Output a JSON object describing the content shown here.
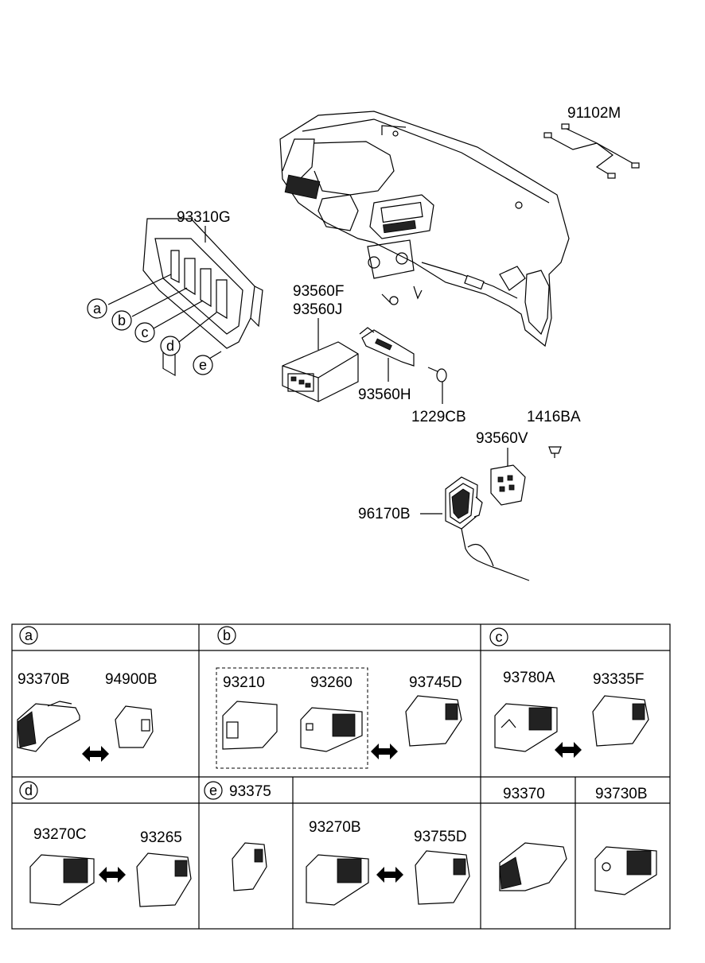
{
  "callouts": {
    "harness": "91102M",
    "bezel": "93310G",
    "module_1": "93560F",
    "module_2": "93560J",
    "bracket": "93560H",
    "screw": "1229CB",
    "clip": "1416BA",
    "mic_holder": "93560V",
    "handset": "96170B"
  },
  "slot_letters": [
    "a",
    "b",
    "c",
    "d",
    "e"
  ],
  "table": {
    "sec_a": {
      "letter": "a",
      "p1": "93370B",
      "p2": "94900B"
    },
    "sec_b": {
      "letter": "b",
      "p1": "93210",
      "p2": "93260",
      "p3": "93745D"
    },
    "sec_c": {
      "letter": "c",
      "p1": "93780A",
      "p2": "93335F"
    },
    "sec_d": {
      "letter": "d",
      "p1": "93270C",
      "p2": "93265"
    },
    "sec_e": {
      "letter": "e",
      "p1": "93375",
      "p2": "93270B",
      "p3": "93755D"
    },
    "sec_f": {
      "p1": "93370"
    },
    "sec_g": {
      "p1": "93730B"
    }
  }
}
